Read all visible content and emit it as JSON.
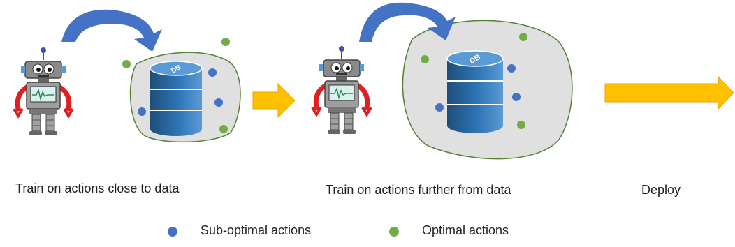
{
  "stages": [
    {
      "caption": "Train on actions close to data"
    },
    {
      "caption": "Train on actions further from data"
    },
    {
      "caption": "Deploy"
    }
  ],
  "database_label": "DB",
  "legend": [
    {
      "label": "Sub-optimal actions",
      "color": "#4472C4"
    },
    {
      "label": "Optimal actions",
      "color": "#70AD47"
    }
  ],
  "colors": {
    "curved_arrow": "#4472C4",
    "flow_arrow": "#FFC000",
    "data_region_fill": "#E0E0E0",
    "data_region_stroke": "#548235",
    "database": "#2E75B6",
    "robot_arms": "#E02020",
    "robot_body": "#9E9E9E"
  }
}
